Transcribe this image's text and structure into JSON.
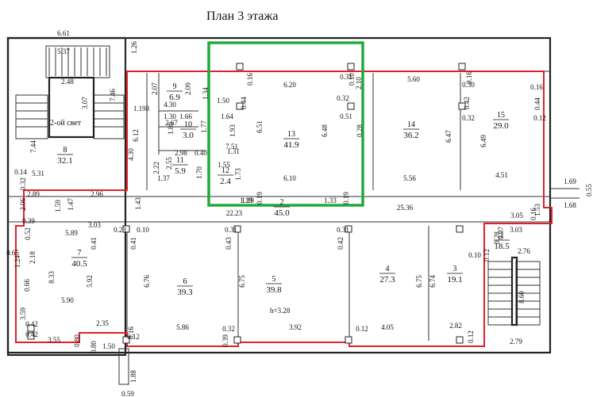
{
  "title": "План 3 этажа",
  "highlight_color": "#1faa3a",
  "outline_color": "#e0202a",
  "rooms": [
    {
      "id": "1",
      "area": "18.5"
    },
    {
      "id": "2",
      "area": "45.0"
    },
    {
      "id": "3",
      "area": "19.1"
    },
    {
      "id": "4",
      "area": "27.3"
    },
    {
      "id": "5",
      "area": "39.8"
    },
    {
      "id": "6",
      "area": "39.3"
    },
    {
      "id": "7",
      "area": "40.5"
    },
    {
      "id": "8",
      "area": "32.1"
    },
    {
      "id": "9",
      "area": "6.9"
    },
    {
      "id": "10",
      "area": "3.0"
    },
    {
      "id": "11",
      "area": "5.9"
    },
    {
      "id": "12",
      "area": "2.4"
    },
    {
      "id": "13",
      "area": "41.9"
    },
    {
      "id": "14",
      "area": "36.2"
    },
    {
      "id": "15",
      "area": "29.0"
    }
  ],
  "labels": {
    "second_light": "2-ой свет",
    "height": "h=3.28"
  },
  "dimensions": [
    "6.61",
    "5.37",
    "1.26",
    "2.48",
    "3.07",
    "7.46",
    "7.44",
    "5.31",
    "0.14",
    "0.32",
    "2.89",
    "2.96",
    "2.07",
    "2.09",
    "4.30",
    "1.34",
    "1.50",
    "0.44",
    "1.64",
    "6.20",
    "0.16",
    "0.10",
    "0.31",
    "0.32",
    "0.51",
    "1.19",
    "2.10",
    "0.28",
    "6.51",
    "7.51",
    "6.48",
    "6.10",
    "1.93",
    "1.77",
    "5.60",
    "0.16",
    "0.30",
    "0.42",
    "0.32",
    "6.47",
    "5.56",
    "6.49",
    "4.51",
    "0.44",
    "0.16",
    "0.12",
    "1.198",
    "2.67",
    "1.30",
    "1.66",
    "1.80",
    "2.98",
    "0.40",
    "2.55",
    "2.22",
    "1.70",
    "1.55",
    "1.73",
    "1.31",
    "6.12",
    "4.30",
    "1.37",
    "1.43",
    "1.59",
    "1.47",
    "1.19",
    "1.33",
    "0.19",
    "0.19",
    "22.23",
    "25.36",
    "1.69",
    "0.55",
    "1.68",
    "1.53",
    "0.16",
    "3.05",
    "3.03",
    "0.97",
    "0.28",
    "0.10",
    "2.06",
    "0.39",
    "0.52",
    "5.89",
    "3.03",
    "0.23",
    "0.10",
    "0.41",
    "0.41",
    "0.31",
    "0.43",
    "0.31",
    "0.42",
    "0.65",
    "1.24",
    "2.18",
    "8.33",
    "0.66",
    "5.90",
    "3.59",
    "5.92",
    "6.76",
    "6.75",
    "6.75",
    "6.74",
    "2.76",
    "0.42",
    "0.42",
    "2.35",
    "3.55",
    "0.80",
    "0.12",
    "0.16",
    "5.86",
    "0.32",
    "0.39",
    "3.92",
    "0.12",
    "4.05",
    "2.82",
    "0.12",
    "2.79",
    "8.60",
    "0.12",
    "1.50",
    "0.80",
    "1.88",
    "0.59"
  ]
}
